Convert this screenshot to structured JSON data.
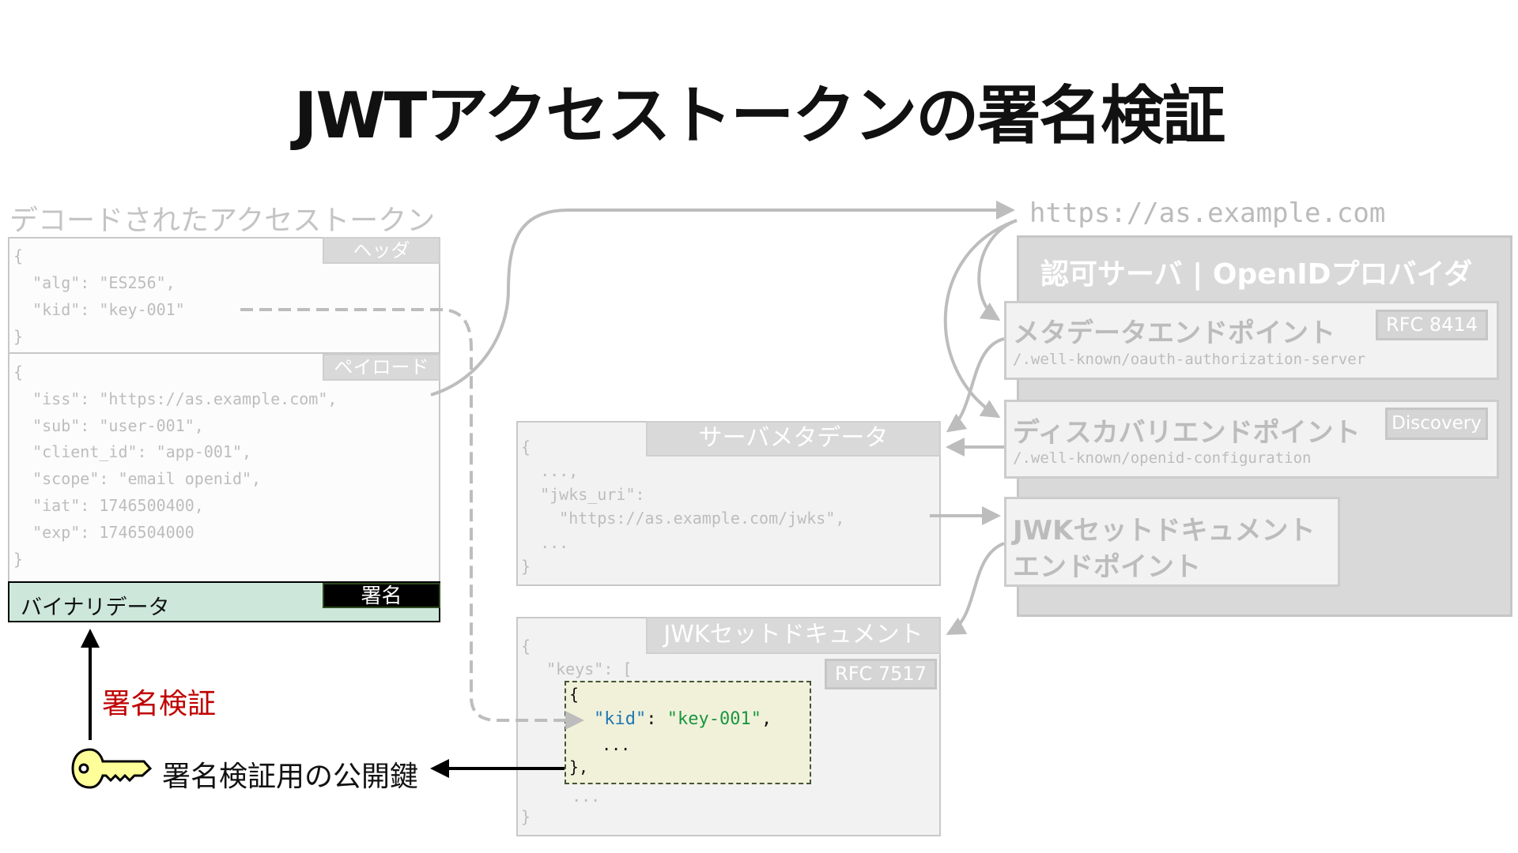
{
  "title": "JWTアクセストークンの署名検証",
  "token": {
    "label": "デコードされたアクセストークン",
    "header_tag": "ヘッダ",
    "header_lines": [
      "{",
      "  \"alg\": \"ES256\",",
      "  \"kid\": \"key-001\"",
      "}"
    ],
    "payload_tag": "ペイロード",
    "payload_lines": [
      "{",
      "  \"iss\": \"https://as.example.com\",",
      "  \"sub\": \"user-001\",",
      "  \"client_id\": \"app-001\",",
      "  \"scope\": \"email openid\",",
      "  \"iat\": 1746500400,",
      "  \"exp\": 1746504000",
      "}"
    ],
    "signature_tag": "署名",
    "signature_value": "バイナリデータ"
  },
  "verify": {
    "label": "署名検証",
    "key_label": "署名検証用の公開鍵"
  },
  "issuer_url": "https://as.example.com",
  "server": {
    "title": "認可サーバ | OpenIDプロバイダ",
    "metadata_endpoint": {
      "title": "メタデータエンドポイント",
      "tag": "RFC 8414",
      "path": "/.well-known/oauth-authorization-server"
    },
    "discovery_endpoint": {
      "title": "ディスカバリエンドポイント",
      "tag": "Discovery",
      "path": "/.well-known/openid-configuration"
    },
    "jwks_endpoint": {
      "line1": "JWKセットドキュメント",
      "line2": "エンドポイント"
    }
  },
  "server_metadata": {
    "tag": "サーバメタデータ",
    "lines": [
      "{",
      "  ...,",
      "  \"jwks_uri\":",
      "    \"https://as.example.com/jwks\",",
      "  ...",
      "}"
    ]
  },
  "jwk_set": {
    "tag": "JWKセットドキュメント",
    "rfc": "RFC 7517",
    "open": "{",
    "keys": "  \"keys\": [",
    "key_open": "{",
    "kid_key": "\"kid\"",
    "kid_sep": ": ",
    "kid_value": "\"key-001\"",
    "kid_comma": ",",
    "ellipsis": "  ...",
    "key_close": "},",
    "more": "  ...",
    "close": "}",
    "kid_key_color": "#1f77b4",
    "kid_value_color": "#1a9641"
  }
}
